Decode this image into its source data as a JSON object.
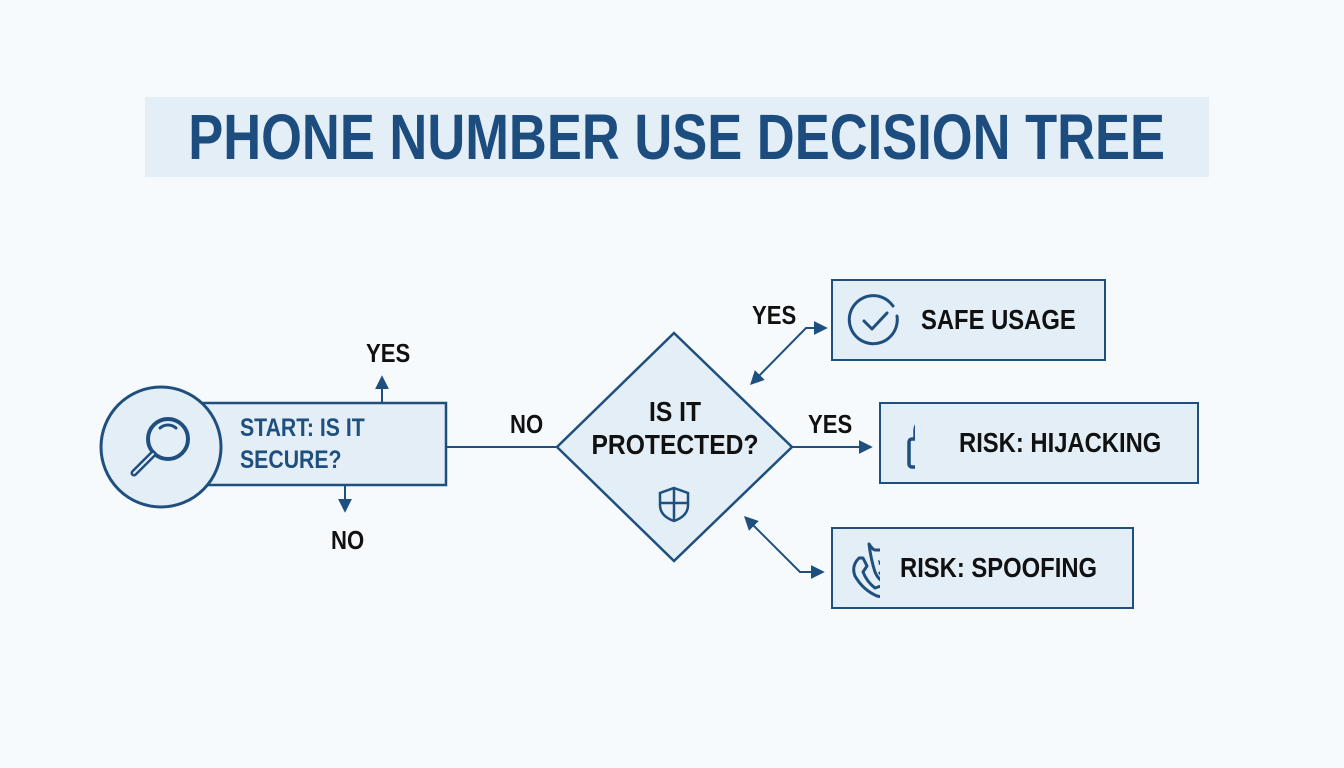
{
  "title": "PHONE NUMBER USE DECISION TREE",
  "colors": {
    "primary": "#1e4f7f",
    "title_text": "#1c4d7e",
    "box_fill": "#e3eef6",
    "background": "#f7fafc",
    "label_text": "#111111"
  },
  "start_node": {
    "icon": "magnifying-glass-icon",
    "line1": "START: IS IT",
    "line2": "SECURE?",
    "yes_label": "YES",
    "no_label": "NO"
  },
  "edge_start_to_decision": {
    "label": "NO"
  },
  "decision_node": {
    "line1": "IS IT",
    "line2": "PROTECTED?",
    "icon": "shield-icon"
  },
  "outcomes": [
    {
      "id": "safe",
      "label": "SAFE USAGE",
      "icon": "check-circle-icon",
      "edge_label": "YES"
    },
    {
      "id": "hijacking",
      "label": "RISK: HIJACKING",
      "icon": "padlock-icon",
      "edge_label": "YES"
    },
    {
      "id": "spoofing",
      "label": "RISK: SPOOFING",
      "icon": "spoofing-devil-phone-icon",
      "edge_label": ""
    }
  ]
}
